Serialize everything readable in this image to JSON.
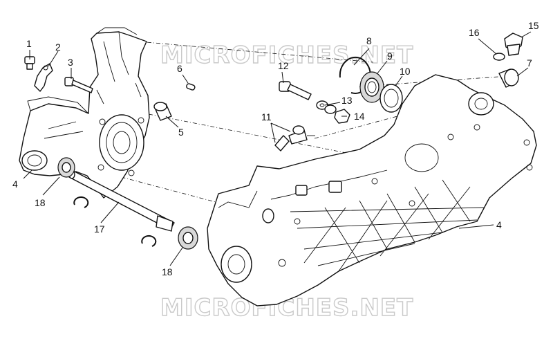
{
  "watermark": "MICROFICHES.NET",
  "callouts": {
    "c1": "1",
    "c2": "2",
    "c3": "3",
    "c4a": "4",
    "c4b": "4",
    "c5": "5",
    "c6": "6",
    "c7": "7",
    "c8": "8",
    "c9": "9",
    "c10": "10",
    "c11": "11",
    "c12": "12",
    "c13": "13",
    "c14": "14",
    "c15": "15",
    "c16": "16",
    "c17": "17",
    "c18a": "18",
    "c18b": "18"
  }
}
